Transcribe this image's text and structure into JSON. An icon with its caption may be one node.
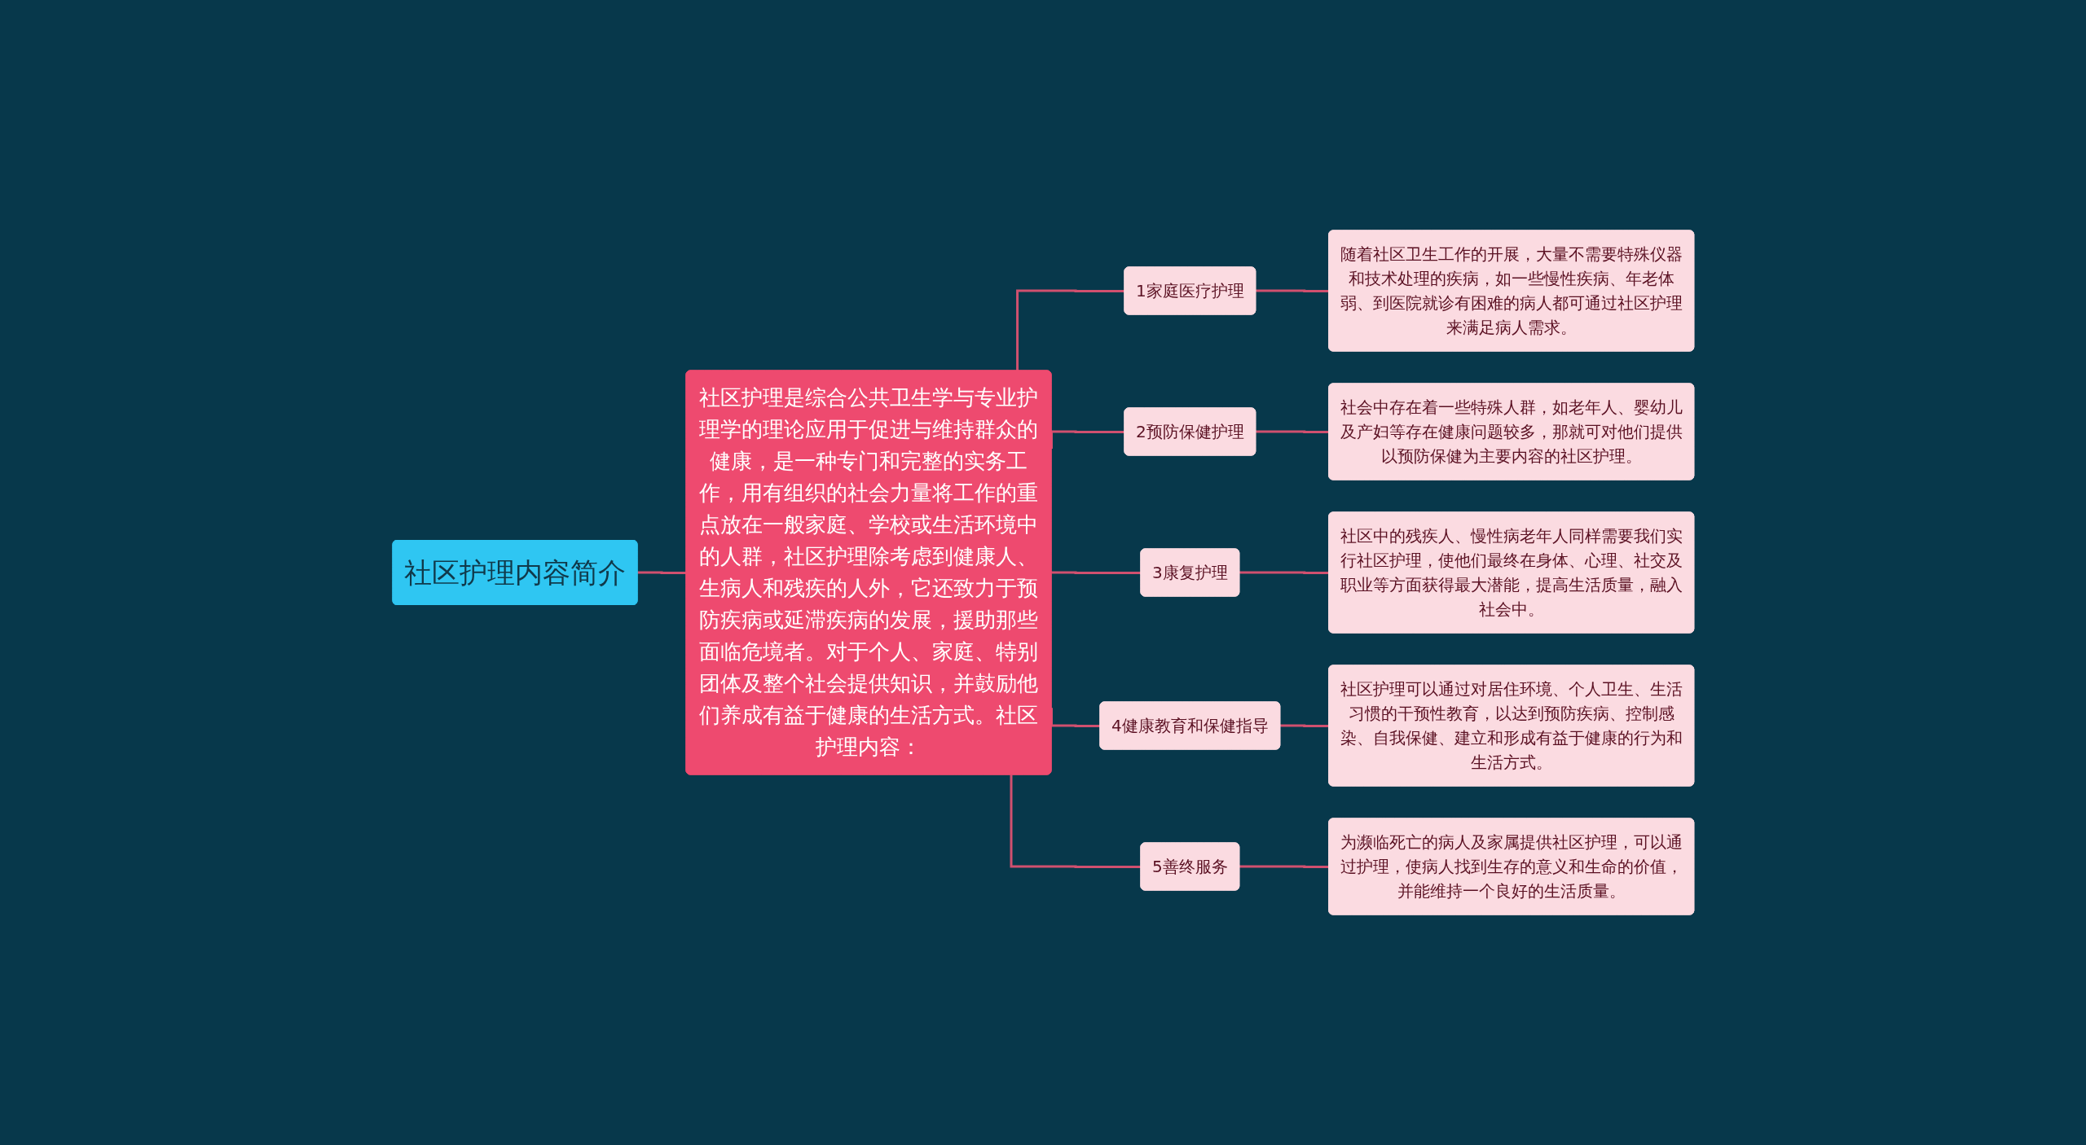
{
  "diagram": {
    "nodes": [
      {
        "text": [
          "社区护理内容简介"
        ]
      },
      {
        "text": [
          "社区护理是综合公共卫生学与专业护理学的理论应用于促进与维持群众的健康，是一种专门和完整的实务工作，用有组织的社会力量将工作的重点放在一般家庭、学校或生活环境中的人群，社区护理除考虑到健康人、生病人和残疾的人外，它还致力于预防疾病或延滞疾病的发展，援助那些面临危境者。对于个人、家庭、特别团体及整个社会提供知识，并鼓励他们养成有益于健康的生活方式。社区护理内容："
        ]
      },
      {
        "text": [
          "1家庭医疗护理"
        ]
      },
      {
        "text": [
          "随着社区卫生工作的开展，大量不需要特殊仪器和技术处理的疾病，如一些慢性疾病、年老体弱、到医院就诊有困难的病人都可通过社区护理来满足病人需求。"
        ]
      },
      {
        "text": [
          "2预防保健护理"
        ]
      },
      {
        "text": [
          "社会中存在着一些特殊人群，如老年人、婴幼儿及产妇等存在健康问题较多，那就可对他们提供以预防保健为主要内容的社区护理。"
        ]
      },
      {
        "text": [
          "3康复护理"
        ]
      },
      {
        "text": [
          "社区中的残疾人、慢性病老年人同样需要我们实行社区护理，使他们最终在身体、心理、社交及职业等方面获得最大潜能，提高生活质量，融入社会中。"
        ]
      },
      {
        "text": [
          "4健康教育和保健指导"
        ]
      },
      {
        "text": [
          "社区护理可以通过对居住环境、个人卫生、生活习惯的干预性教育，以达到预防疾病、控制感染、自我保健、建立和形成有益于健康的行为和生活方式。"
        ]
      },
      {
        "text": [
          "5善终服务"
        ]
      },
      {
        "text": [
          "为濒临死亡的病人及家属提供社区护理，可以通过护理，使病人找到生存的意义和生命的价值，并能维持一个良好的生活质量。"
        ]
      }
    ],
    "edges": [
      {
        "from": 0,
        "to": 1,
        "arrow": "none"
      },
      {
        "from": 1,
        "to": 2,
        "arrow": "none"
      },
      {
        "from": 2,
        "to": 3,
        "arrow": "none"
      },
      {
        "from": 1,
        "to": 4,
        "arrow": "none"
      },
      {
        "from": 4,
        "to": 5,
        "arrow": "none"
      },
      {
        "from": 1,
        "to": 6,
        "arrow": "none"
      },
      {
        "from": 6,
        "to": 7,
        "arrow": "none"
      },
      {
        "from": 1,
        "to": 8,
        "arrow": "none"
      },
      {
        "from": 8,
        "to": 9,
        "arrow": "none"
      },
      {
        "from": 1,
        "to": 10,
        "arrow": "none"
      },
      {
        "from": 10,
        "to": 11,
        "arrow": "none"
      }
    ]
  }
}
